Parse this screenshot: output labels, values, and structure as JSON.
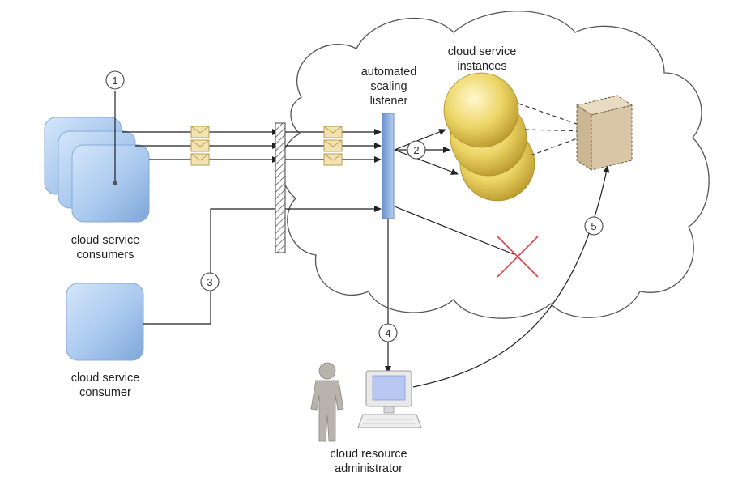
{
  "labels": {
    "consumers_line1": "cloud service",
    "consumers_line2": "consumers",
    "consumer_line1": "cloud service",
    "consumer_line2": "consumer",
    "listener_line1": "automated",
    "listener_line2": "scaling",
    "listener_line3": "listener",
    "instances_line1": "cloud service",
    "instances_line2": "instances",
    "admin_line1": "cloud resource",
    "admin_line2": "administrator"
  },
  "steps": [
    "1",
    "2",
    "3",
    "4",
    "5"
  ],
  "colors": {
    "consumer_fill": "#a9c9ee",
    "listener_fill": "#8fb0e0",
    "instance_fill": "#e8cf5a",
    "server_fill": "#d8c6a6",
    "envelope_fill": "#f3e3b0",
    "reject_x": "#e0404a",
    "line": "#222222"
  }
}
